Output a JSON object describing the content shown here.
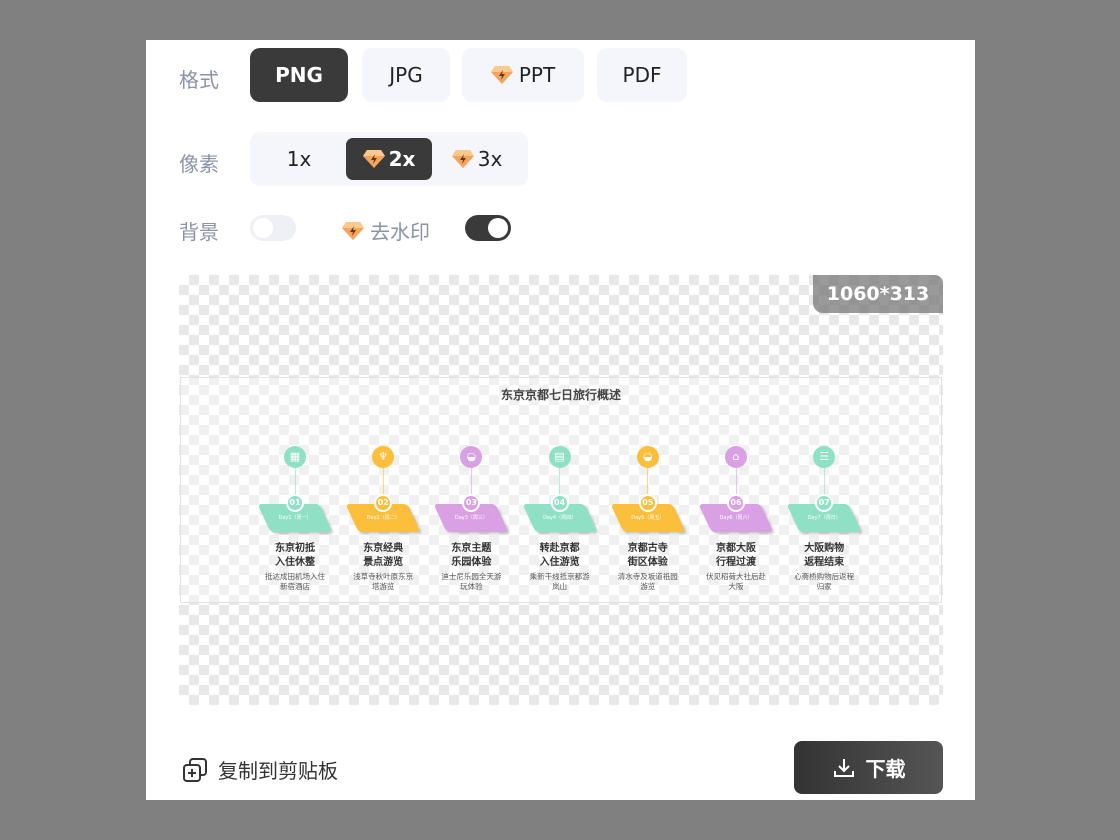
{
  "format": {
    "label": "格式",
    "options": [
      "PNG",
      "JPG",
      "PPT",
      "PDF"
    ],
    "selected": "PNG",
    "premium": [
      "PPT"
    ]
  },
  "pixel": {
    "label": "像素",
    "options": [
      "1x",
      "2x",
      "3x"
    ],
    "selected": "2x",
    "premium": [
      "2x",
      "3x"
    ]
  },
  "background": {
    "label": "背景",
    "on": false
  },
  "watermark": {
    "label": "去水印",
    "on": true
  },
  "preview": {
    "size": "1060*313",
    "infographic": {
      "title": "东京京都七日旅行概述",
      "steps": [
        {
          "num": "01",
          "day": "Day1（周一）",
          "title1": "东京初抵",
          "title2": "入住休整",
          "desc": "抵达成田机场入住新宿酒店",
          "color": "#8fe0c4",
          "icon": "basket-icon"
        },
        {
          "num": "02",
          "day": "Day2（周二）",
          "title1": "东京经典",
          "title2": "景点游览",
          "desc": "浅草寺秋叶原东京塔游览",
          "color": "#fbbf3c",
          "icon": "tie-icon"
        },
        {
          "num": "03",
          "day": "Day3（周三）",
          "title1": "东京主题",
          "title2": "乐园体验",
          "desc": "迪士尼乐园全天游玩体验",
          "color": "#d9a0e4",
          "icon": "vr-goggles-icon"
        },
        {
          "num": "04",
          "day": "Day4（周四）",
          "title1": "转赴京都",
          "title2": "入住游览",
          "desc": "乘新干线抵京都游岚山",
          "color": "#8fe0c4",
          "icon": "bed-icon"
        },
        {
          "num": "05",
          "day": "Day5（周五）",
          "title1": "京都古寺",
          "title2": "街区体验",
          "desc": "清水寺及坂道祇园游览",
          "color": "#fbbf3c",
          "icon": "vr-goggles-icon"
        },
        {
          "num": "06",
          "day": "Day6（周六）",
          "title1": "京都大阪",
          "title2": "行程过渡",
          "desc": "伏见稻荷大社后赴大阪",
          "color": "#d9a0e4",
          "icon": "building-icon"
        },
        {
          "num": "07",
          "day": "Day7（周日）",
          "title1": "大阪购物",
          "title2": "返程结束",
          "desc": "心斋桥购物后返程归家",
          "color": "#8fe0c4",
          "icon": "clipboard-icon"
        }
      ]
    }
  },
  "actions": {
    "copy": "复制到剪贴板",
    "download": "下载"
  }
}
